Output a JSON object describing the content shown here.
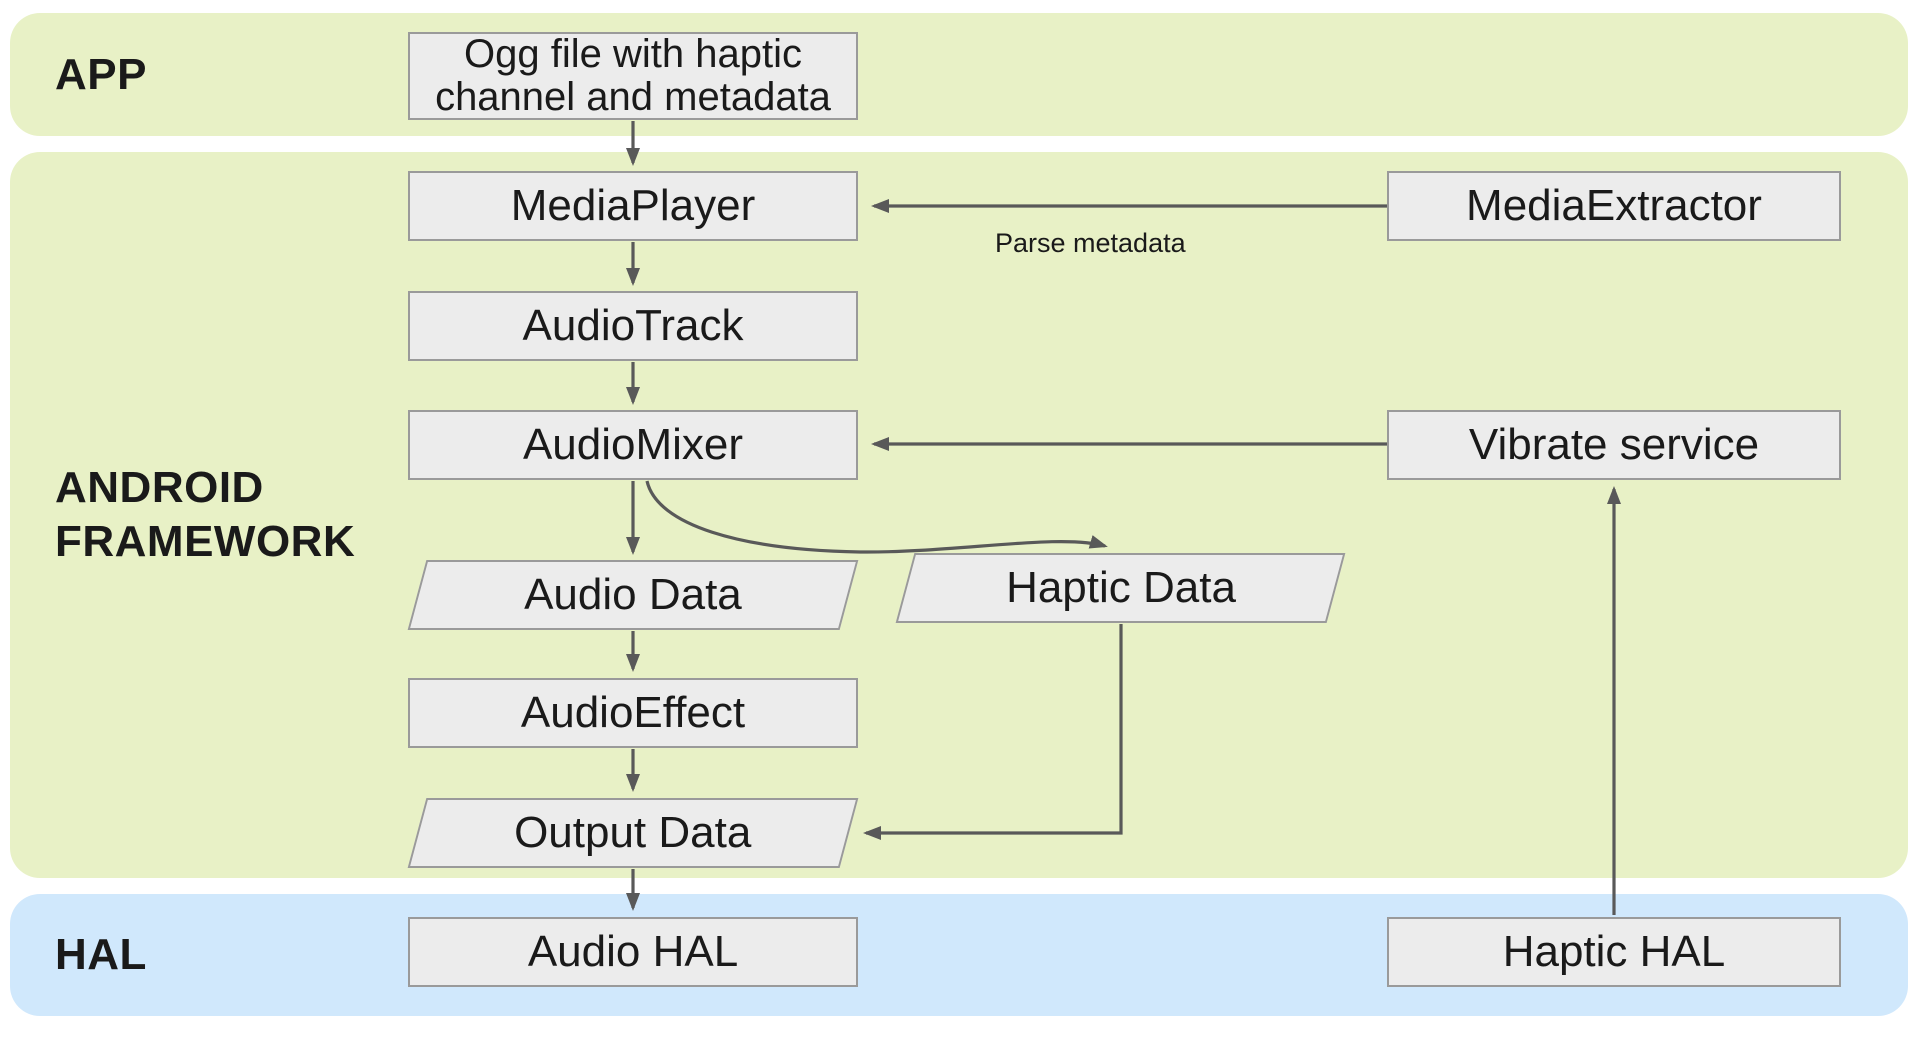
{
  "theme": {
    "band_green": "#E8F1C6",
    "band_blue": "#D0E8FC",
    "node_fill": "#ECECEC",
    "node_border": "#9A9A9A",
    "edge_color": "#595959",
    "text_color": "#1A1A1A",
    "background": "#FFFFFF"
  },
  "bands": [
    {
      "id": "app",
      "label": "APP",
      "color": "#E8F1C6"
    },
    {
      "id": "framework",
      "label": "ANDROID FRAMEWORK",
      "color": "#E8F1C6"
    },
    {
      "id": "hal",
      "label": "HAL",
      "color": "#D0E8FC"
    }
  ],
  "nodes": {
    "ogg": {
      "label": "Ogg file with haptic channel and metadata",
      "shape": "rect",
      "band": "APP"
    },
    "mediaplayer": {
      "label": "MediaPlayer",
      "shape": "rect",
      "band": "ANDROID FRAMEWORK"
    },
    "mediaextractor": {
      "label": "MediaExtractor",
      "shape": "rect",
      "band": "ANDROID FRAMEWORK"
    },
    "audiotrack": {
      "label": "AudioTrack",
      "shape": "rect",
      "band": "ANDROID FRAMEWORK"
    },
    "audiomixer": {
      "label": "AudioMixer",
      "shape": "rect",
      "band": "ANDROID FRAMEWORK"
    },
    "vibrateservice": {
      "label": "Vibrate service",
      "shape": "rect",
      "band": "ANDROID FRAMEWORK"
    },
    "audiodata": {
      "label": "Audio Data",
      "shape": "parallelogram",
      "band": "ANDROID FRAMEWORK"
    },
    "hapticdata": {
      "label": "Haptic Data",
      "shape": "parallelogram",
      "band": "ANDROID FRAMEWORK"
    },
    "audioeffect": {
      "label": "AudioEffect",
      "shape": "rect",
      "band": "ANDROID FRAMEWORK"
    },
    "outputdata": {
      "label": "Output Data",
      "shape": "parallelogram",
      "band": "ANDROID FRAMEWORK"
    },
    "audiohal": {
      "label": "Audio HAL",
      "shape": "rect",
      "band": "HAL"
    },
    "haptichal": {
      "label": "Haptic HAL",
      "shape": "rect",
      "band": "HAL"
    }
  },
  "edges": {
    "ogg_to_mediaplayer": {
      "from": "Ogg file with haptic channel and metadata",
      "to": "MediaPlayer",
      "label": ""
    },
    "mediaextractor_to_mediaplayer": {
      "from": "MediaExtractor",
      "to": "MediaPlayer",
      "label": "Parse metadata"
    },
    "mediaplayer_to_audiotrack": {
      "from": "MediaPlayer",
      "to": "AudioTrack",
      "label": ""
    },
    "audiotrack_to_audiomixer": {
      "from": "AudioTrack",
      "to": "AudioMixer",
      "label": ""
    },
    "vibrateservice_to_audiomixer": {
      "from": "Vibrate service",
      "to": "AudioMixer",
      "label": ""
    },
    "audiomixer_to_audiodata": {
      "from": "AudioMixer",
      "to": "Audio Data",
      "label": ""
    },
    "audiomixer_to_hapticdata": {
      "from": "AudioMixer",
      "to": "Haptic Data",
      "label": ""
    },
    "audiodata_to_audioeffect": {
      "from": "Audio Data",
      "to": "AudioEffect",
      "label": ""
    },
    "audioeffect_to_outputdata": {
      "from": "AudioEffect",
      "to": "Output Data",
      "label": ""
    },
    "hapticdata_to_outputdata": {
      "from": "Haptic Data",
      "to": "Output Data",
      "label": ""
    },
    "outputdata_to_audiohal": {
      "from": "Output Data",
      "to": "Audio HAL",
      "label": ""
    },
    "haptichal_to_vibrateservice": {
      "from": "Haptic HAL",
      "to": "Vibrate service",
      "label": ""
    }
  }
}
